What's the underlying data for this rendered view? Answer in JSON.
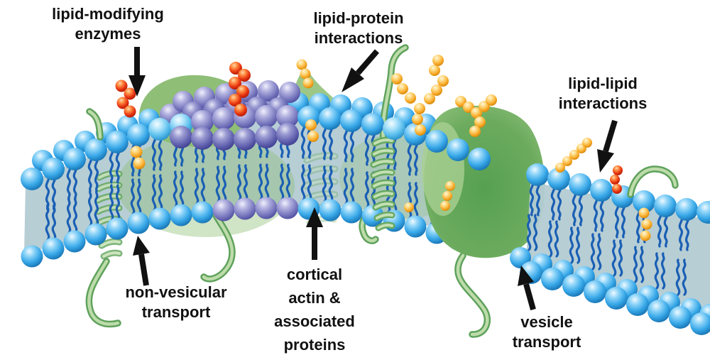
{
  "labels": {
    "lipid_modifying": {
      "text": "lipid-modifying\nenzymes"
    },
    "lipid_protein": {
      "text": "lipid-protein\ninteractions"
    },
    "lipid_lipid": {
      "text": "lipid-lipid\ninteractions"
    },
    "non_vesicular": {
      "text": "non-vesicular\ntransport"
    },
    "cortical_actin": {
      "text": "cortical\nactin &\nassociated\nproteins"
    },
    "vesicle": {
      "text": "vesicle\ntransport"
    }
  },
  "colors": {
    "background": "#ffffff",
    "lipid_head_blue": "#38a8e8",
    "lipid_head_cyan": "#58bdec",
    "raft_head_purple_light": "#7c7bc0",
    "raft_head_purple_dark": "#6565b2",
    "lipid_tail_blue": "#1a5fb4",
    "membrane_interior": "#b3cbd3",
    "protein_green": "#6cab5e",
    "strand_green_light": "#bddcaa",
    "glycan_orange": "#f5a623",
    "enzyme_red": "#e63311",
    "arrow_and_text": "#111111"
  }
}
